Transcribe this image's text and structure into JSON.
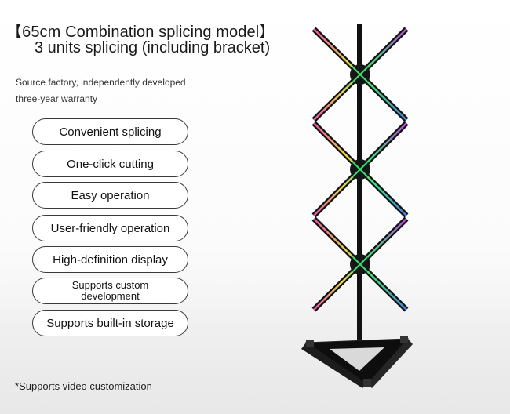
{
  "header": {
    "title_line1": "【65cm Combination splicing model】",
    "title_line2": "3 units splicing (including bracket)"
  },
  "subtitle": {
    "line1": "Source factory, independently developed",
    "line2": "three-year warranty"
  },
  "features": [
    "Convenient splicing",
    "One-click cutting",
    "Easy operation",
    "User-friendly operation",
    "High-definition display",
    "Supports custom development",
    "Supports built-in storage"
  ],
  "footnote": "*Supports video customization",
  "colors": {
    "text": "#1a1a1a",
    "pill_border": "#3a3a3a",
    "stand": "#111111",
    "led_green": "#35e07a",
    "led_pink": "#e94fa4",
    "led_yellow": "#e8d34a",
    "led_blue": "#4a7de0"
  },
  "product_image": "hologram-fan-3-unit-splicing-stand"
}
